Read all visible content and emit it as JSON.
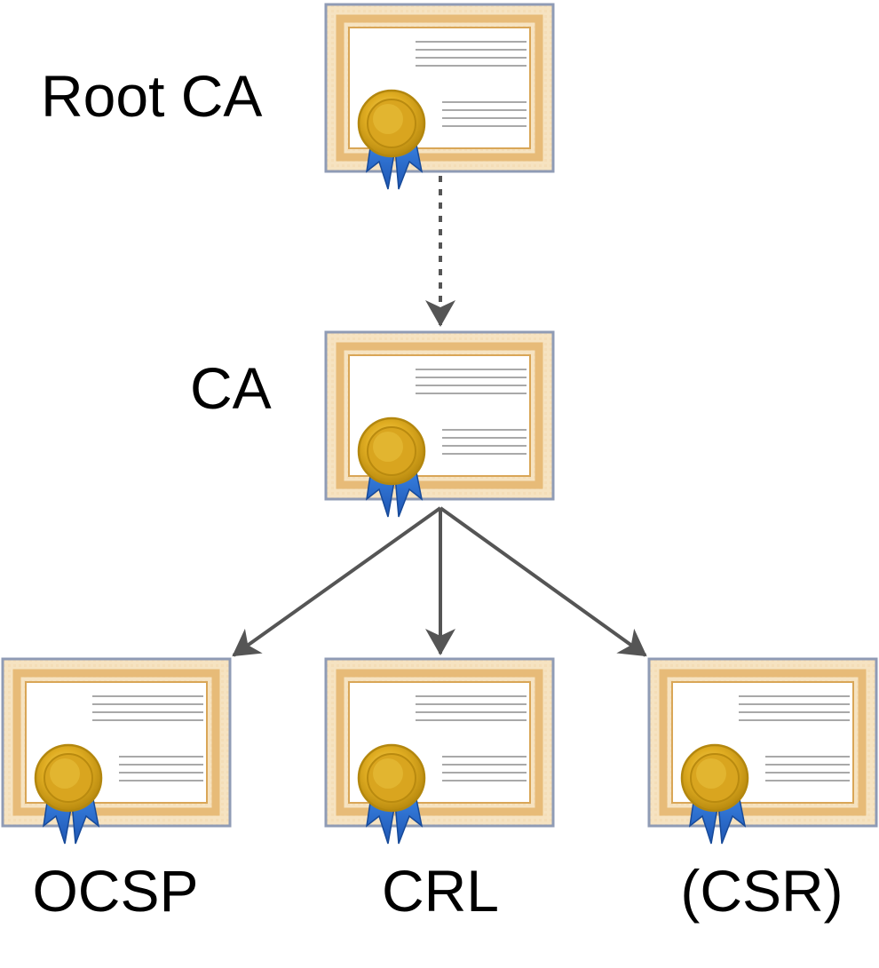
{
  "labels": {
    "root": "Root CA",
    "ca": "CA",
    "ocsp": "OCSP",
    "crl": "CRL",
    "csr": "(CSR)"
  },
  "colors": {
    "border": "#8f9bb5",
    "paper": "#f6e3c1",
    "inner_frame": "#e4b56e",
    "inner_paper": "#ffffff",
    "text_lines": "#a9a9a9",
    "seal_gold": "#dca820",
    "seal_outline": "#b3870e",
    "ribbon": "#2a6fcf",
    "arrow": "#555555"
  },
  "connections": [
    {
      "from": "root",
      "to": "ca",
      "style": "dashed"
    },
    {
      "from": "ca",
      "to": "ocsp",
      "style": "solid"
    },
    {
      "from": "ca",
      "to": "crl",
      "style": "solid"
    },
    {
      "from": "ca",
      "to": "csr",
      "style": "solid"
    }
  ]
}
